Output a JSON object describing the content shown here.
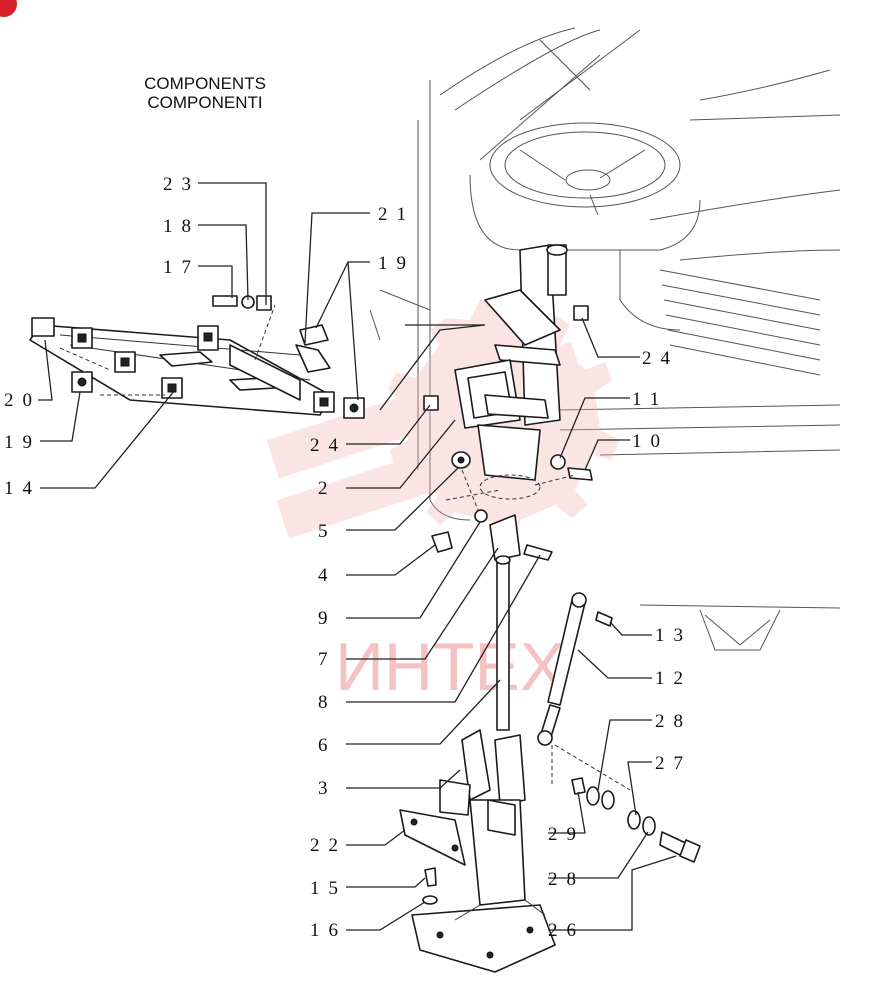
{
  "heading": {
    "line1": "COMPONENTS",
    "line2": "COMPONENTI"
  },
  "badge": {
    "color": "#d8202c"
  },
  "watermark": {
    "text": "ИНТЕХ",
    "color": "#f2b4b4"
  },
  "callouts": [
    "23",
    "18",
    "17",
    "21",
    "19",
    "20",
    "19",
    "14",
    "24",
    "24",
    "11",
    "10",
    "2",
    "5",
    "4",
    "9",
    "7",
    "8",
    "6",
    "3",
    "22",
    "15",
    "16",
    "13",
    "12",
    "28",
    "27",
    "29",
    "28",
    "26"
  ]
}
